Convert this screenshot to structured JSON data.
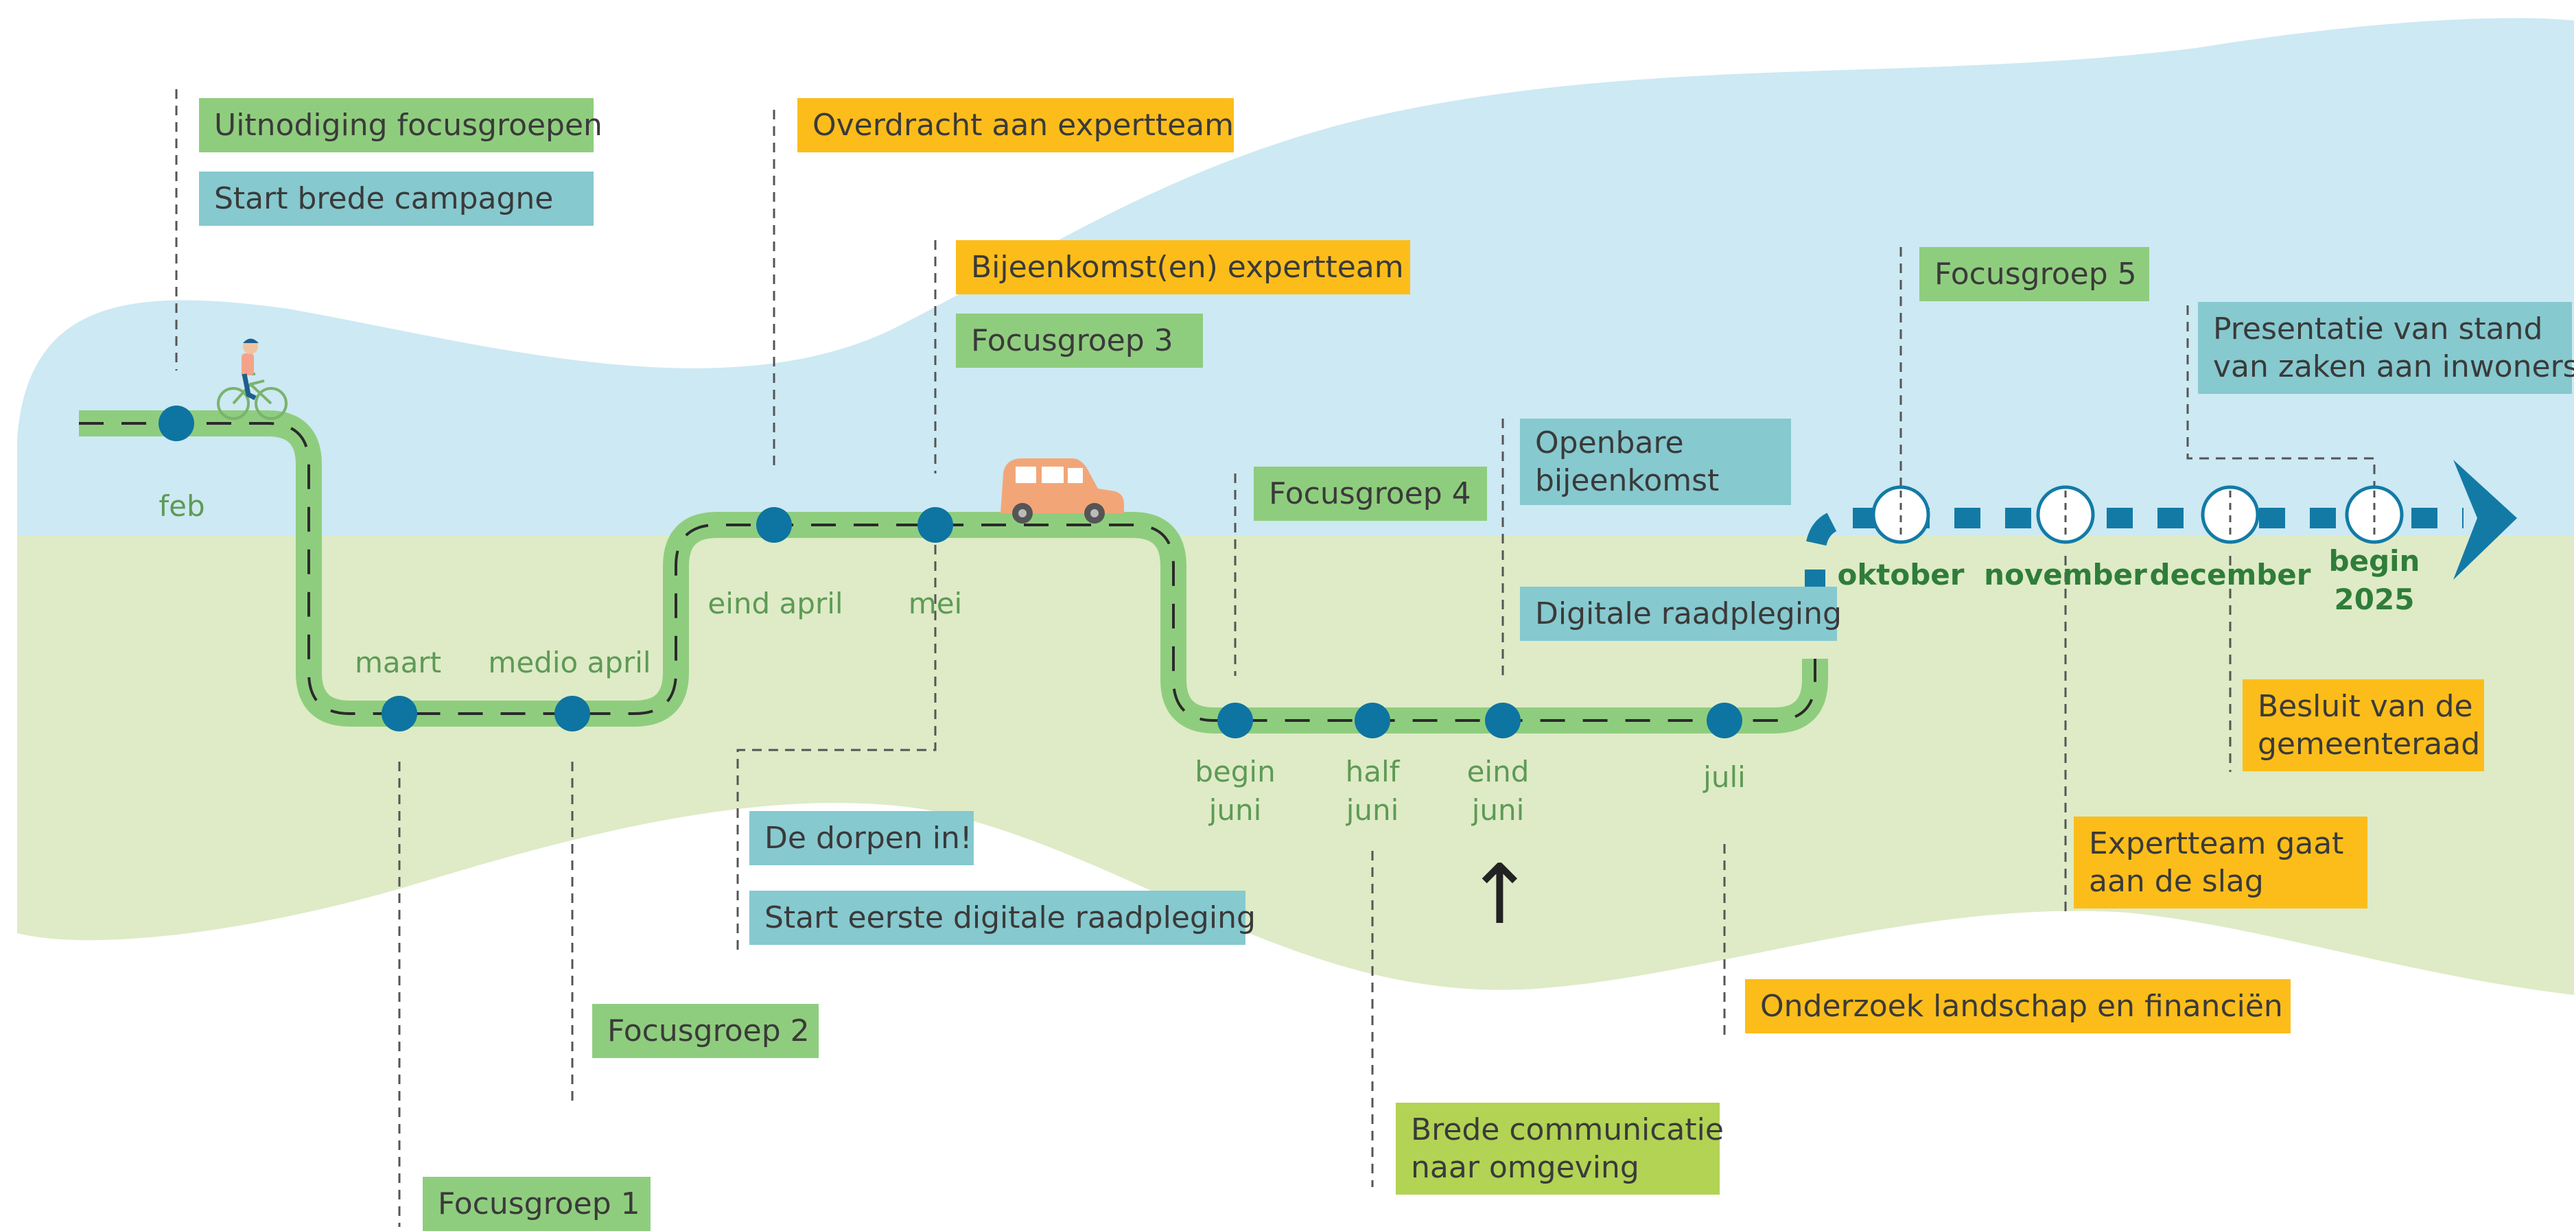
{
  "colors": {
    "sky": "#cde9f3",
    "grass": "#deebc6",
    "road": "#8fcd7e",
    "dot": "#0e74a1",
    "future_road": "#137aa6",
    "label_green": "#8fcd7e",
    "label_teal": "#86c9cf",
    "label_orange": "#fcbd1b",
    "label_lime": "#b2d354"
  },
  "icons": [
    "bicycle-rider-icon",
    "car-icon",
    "up-arrow-icon",
    "chevron-right-icon"
  ],
  "months": {
    "feb": "feb",
    "maart": "maart",
    "medio_april": "medio april",
    "eind_april": "eind april",
    "mei": "mei",
    "begin_juni_1": "begin",
    "begin_juni_2": "juni",
    "half_juni_1": "half",
    "half_juni_2": "juni",
    "eind_juni_1": "eind",
    "eind_juni_2": "juni",
    "juli": "juli",
    "oktober": "oktober",
    "november": "november",
    "december": "december",
    "begin2025_1": "begin",
    "begin2025_2": "2025"
  },
  "labels": {
    "uitnodiging": "Uitnodiging focusgroepen",
    "campagne": "Start brede campagne",
    "overdracht": "Overdracht aan expertteam",
    "bijeenkomst_expert": "Bijeenkomst(en) expertteam",
    "focusgroep3": "Focusgroep 3",
    "focusgroep5": "Focusgroep 5",
    "presentatie_1": "Presentatie van stand",
    "presentatie_2": "van zaken aan inwoners",
    "openbare_1": "Openbare",
    "openbare_2": "bijeenkomst",
    "focusgroep4": "Focusgroep 4",
    "digitale": "Digitale raadpleging",
    "besluit_1": "Besluit van de",
    "besluit_2": "gemeenteraad",
    "expertteam_1": "Expertteam gaat",
    "expertteam_2": "aan de slag",
    "dorpen": "De dorpen in!",
    "eerste_digitale": "Start eerste digitale raadpleging",
    "onderzoek": "Onderzoek landschap en financiën",
    "focusgroep2": "Focusgroep 2",
    "brede_1": "Brede communicatie",
    "brede_2": "naar omgeving",
    "focusgroep1": "Focusgroep 1"
  },
  "glyphs": {
    "up_arrow": "↑"
  }
}
